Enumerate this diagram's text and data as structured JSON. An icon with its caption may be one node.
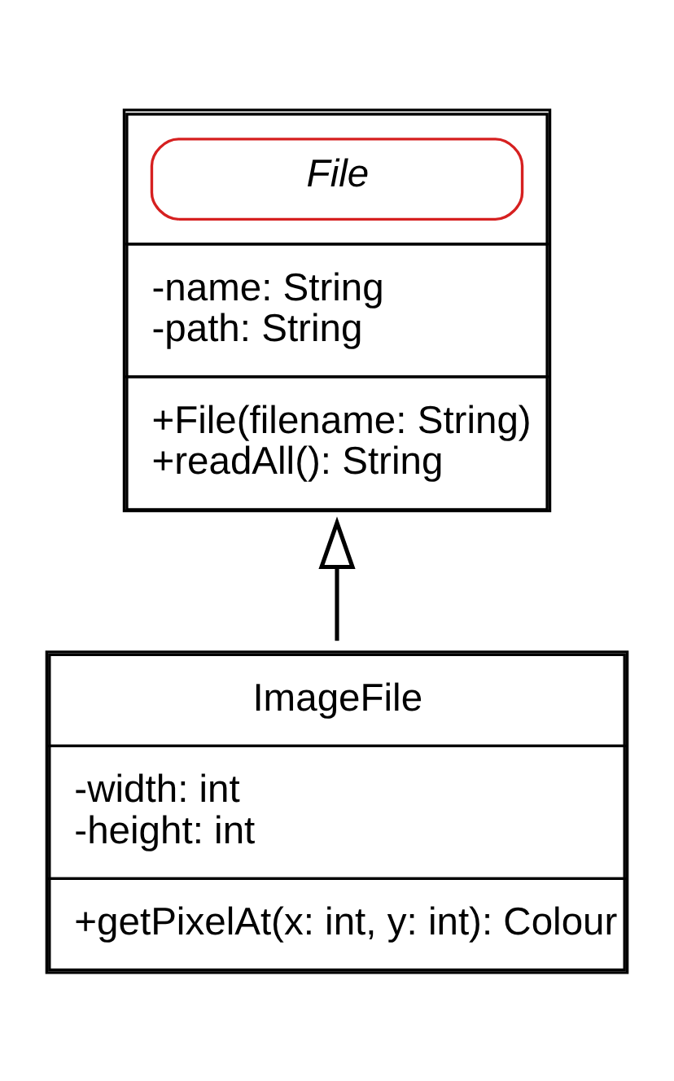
{
  "diagram": {
    "nodes": [
      {
        "text": [
          "File",
          "-name: String",
          "-path: String",
          "+File(filename: String)",
          "+readAll(): String"
        ]
      },
      {
        "text": [
          "ImageFile",
          "-width: int",
          "-height: int",
          "+getPixelAt(x: int, y: int): Colour"
        ]
      }
    ],
    "edges": [
      {
        "from": 1,
        "to": 0,
        "arrow": "to"
      }
    ]
  }
}
